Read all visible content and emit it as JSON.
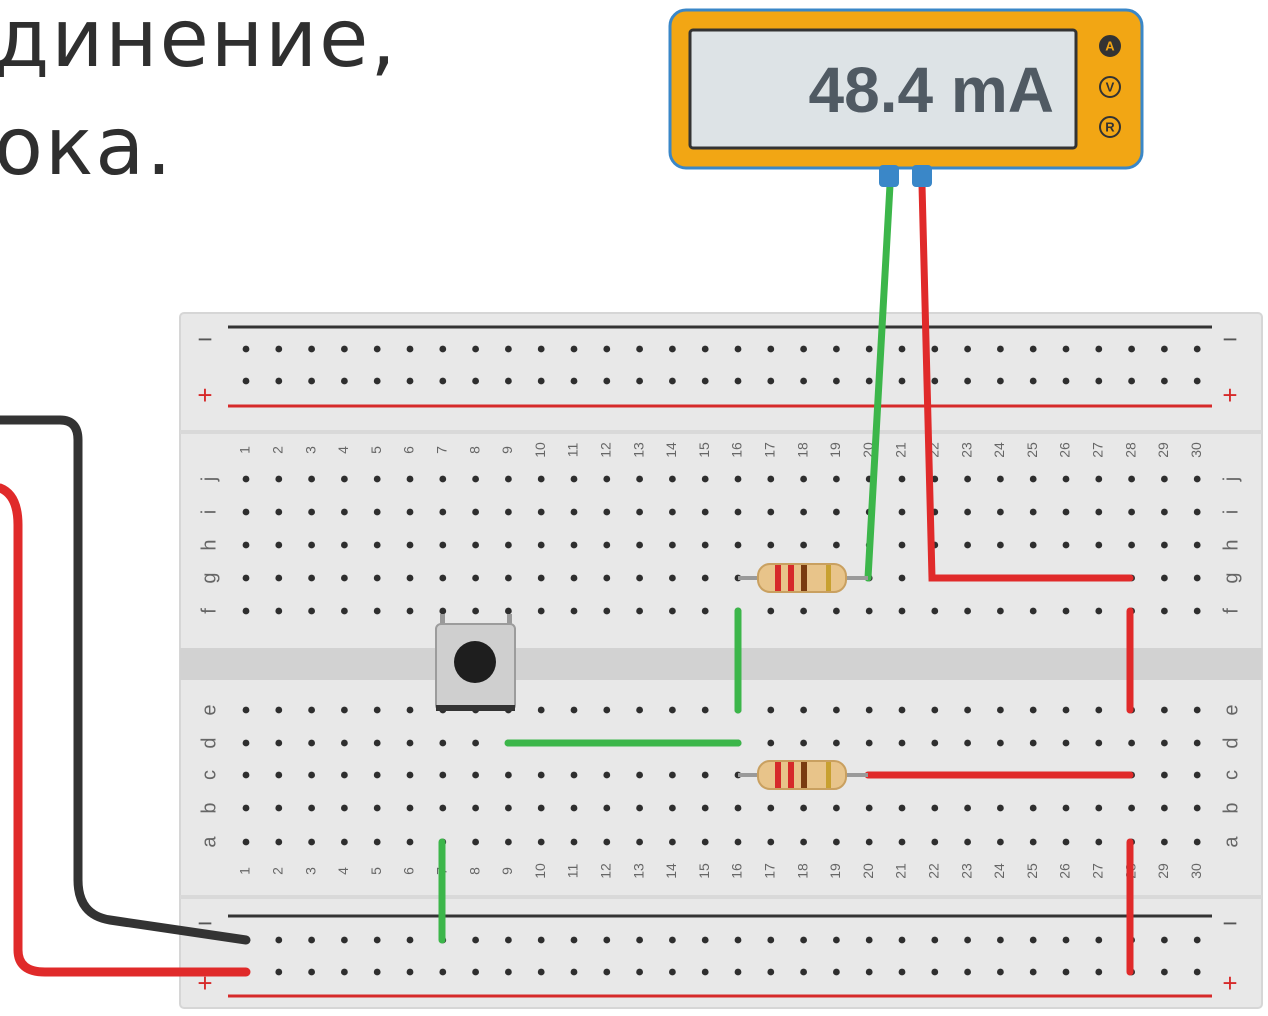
{
  "heading": {
    "line1": "динение,",
    "line2": "ока."
  },
  "multimeter": {
    "reading": "48.4 mA",
    "modes": [
      {
        "label": "A",
        "active": true
      },
      {
        "label": "V",
        "active": false
      },
      {
        "label": "R",
        "active": false
      }
    ],
    "colors": {
      "body": "#f2a614",
      "display": "#dde3e6",
      "probe": "#3a87c8"
    }
  },
  "breadboard": {
    "columns": [
      "1",
      "2",
      "3",
      "4",
      "5",
      "6",
      "7",
      "8",
      "9",
      "10",
      "11",
      "12",
      "13",
      "14",
      "15",
      "16",
      "17",
      "18",
      "19",
      "20",
      "21",
      "22",
      "23",
      "24",
      "25",
      "26",
      "27",
      "28",
      "29",
      "30"
    ],
    "rows_top": [
      "j",
      "i",
      "h",
      "g",
      "f"
    ],
    "rows_bottom": [
      "e",
      "d",
      "c",
      "b",
      "a"
    ],
    "rail_minus": "−",
    "rail_plus": "+",
    "colors": {
      "board": "#e8e8e8",
      "hole": "#2e2e2e",
      "rail_minus_line": "#333333",
      "rail_plus_line": "#d62a2a"
    }
  },
  "components": {
    "resistors": 2,
    "pushbutton": 1
  },
  "wires": {
    "colors": {
      "green": "#3cb64a",
      "red": "#e02a2a",
      "black": "#333333"
    }
  }
}
